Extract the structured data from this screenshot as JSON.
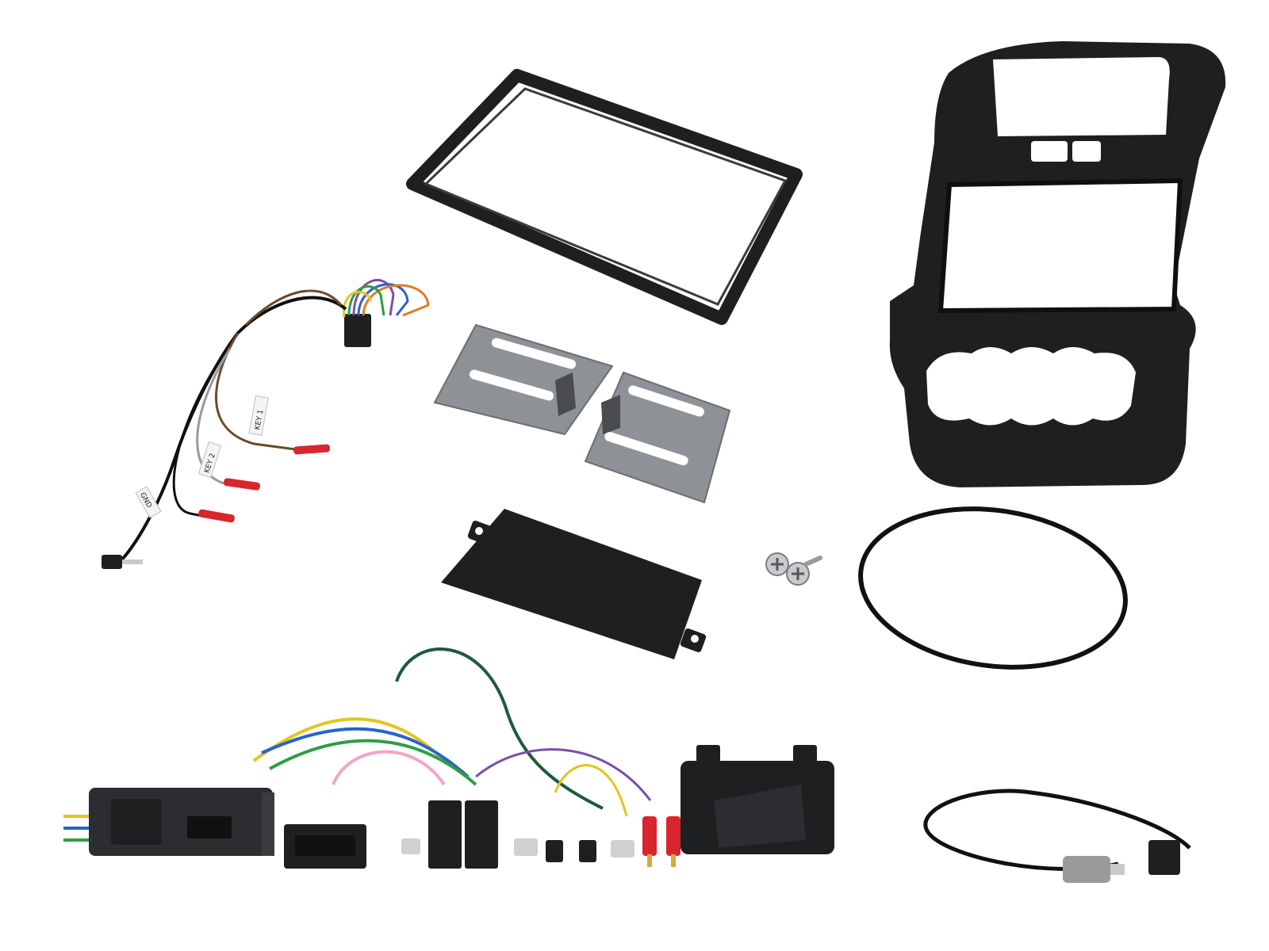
{
  "image": {
    "background": "#ffffff",
    "colors": {
      "plastic_black": "#1e1f21",
      "plastic_dark": "#2c2d30",
      "metal_plate": "#8e9196",
      "red_connector": "#d8262c",
      "wire_brown": "#6b4a2a",
      "wire_grey": "#9a9a9a",
      "wire_black": "#111111",
      "wire_orange": "#e07b2a",
      "wire_green": "#2e9e45",
      "wire_violet": "#7b4fa8",
      "wire_blue": "#2a63c9",
      "wire_yellow": "#e2c51e",
      "wire_pink": "#f0a6c7"
    }
  },
  "labels": {
    "key1": "KEY 1",
    "key2": "KEY 2",
    "gnd": "GND"
  }
}
